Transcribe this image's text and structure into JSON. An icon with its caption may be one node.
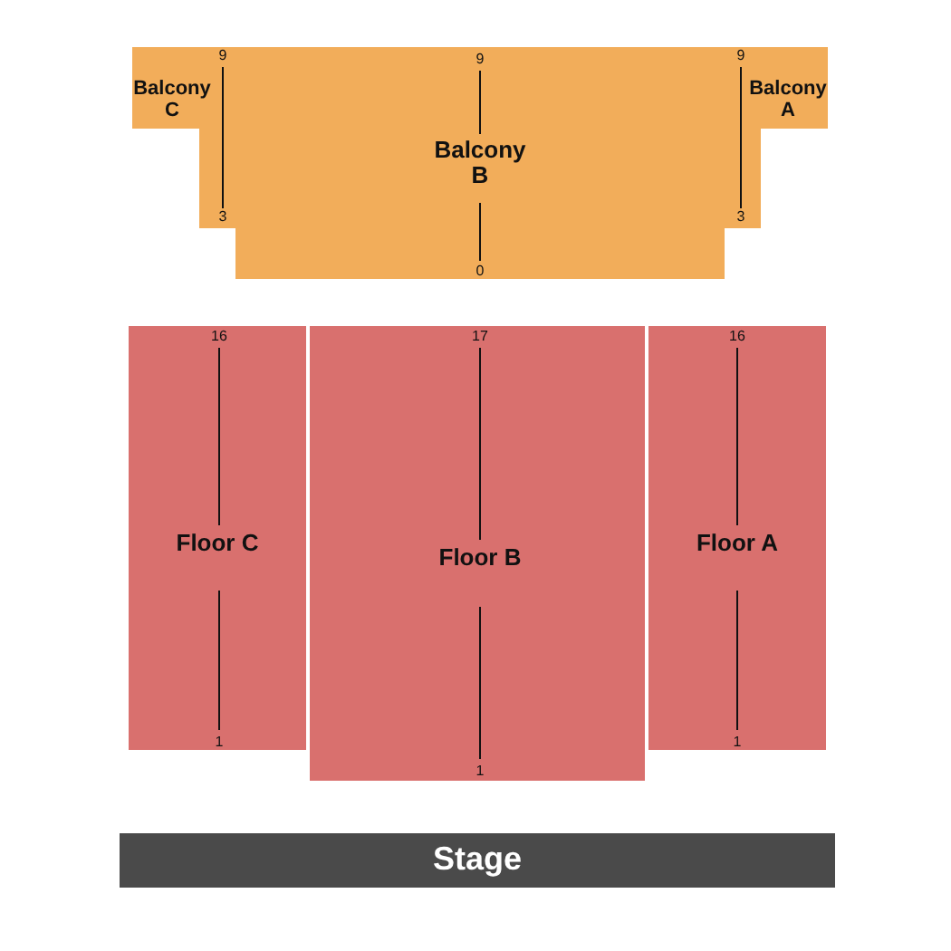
{
  "diagram": {
    "nodes": [
      {
        "text": [
          "9",
          "Balcony C",
          "3"
        ]
      },
      {
        "text": [
          "9",
          "Balcony B",
          "0"
        ]
      },
      {
        "text": [
          "9",
          "Balcony A",
          "3"
        ]
      },
      {
        "text": [
          "16",
          "Floor C",
          "1"
        ]
      },
      {
        "text": [
          "17",
          "Floor B",
          "1"
        ]
      },
      {
        "text": [
          "16",
          "Floor A",
          "1"
        ]
      },
      {
        "text": [
          "Stage"
        ]
      }
    ],
    "edges": []
  }
}
